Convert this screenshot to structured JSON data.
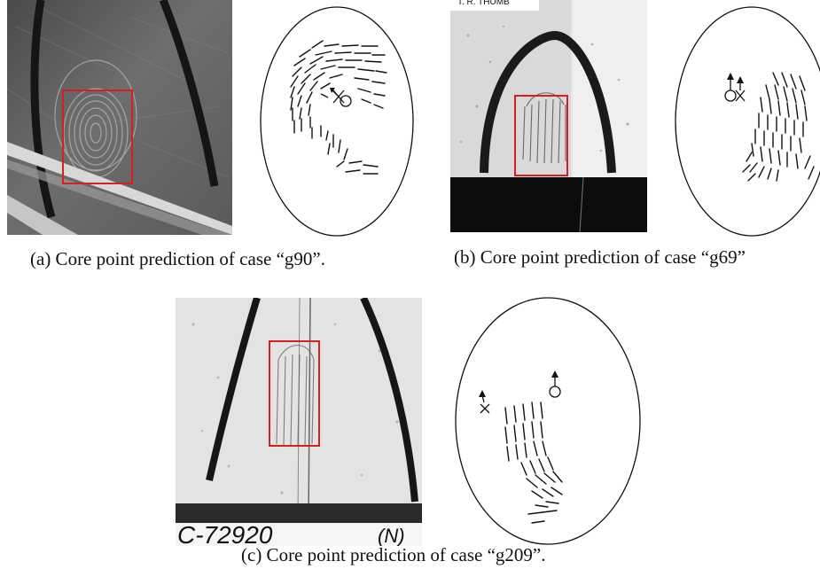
{
  "figures": {
    "a": {
      "caption": "(a) Core point prediction of case “g90”."
    },
    "b": {
      "caption": "(b) Core point prediction of case “g69”",
      "photo_header_text": "T. R. THUMB"
    },
    "c": {
      "caption": "(c) Core point prediction of case “g209”.",
      "photo_footer_text": "C-72920",
      "photo_footer_text_right": "(N)"
    }
  },
  "colors": {
    "roi_box": "#d62020",
    "ink": "#111111"
  },
  "markers": {
    "predicted": "circle-with-arrow",
    "ground_truth": "cross-with-arrow"
  }
}
